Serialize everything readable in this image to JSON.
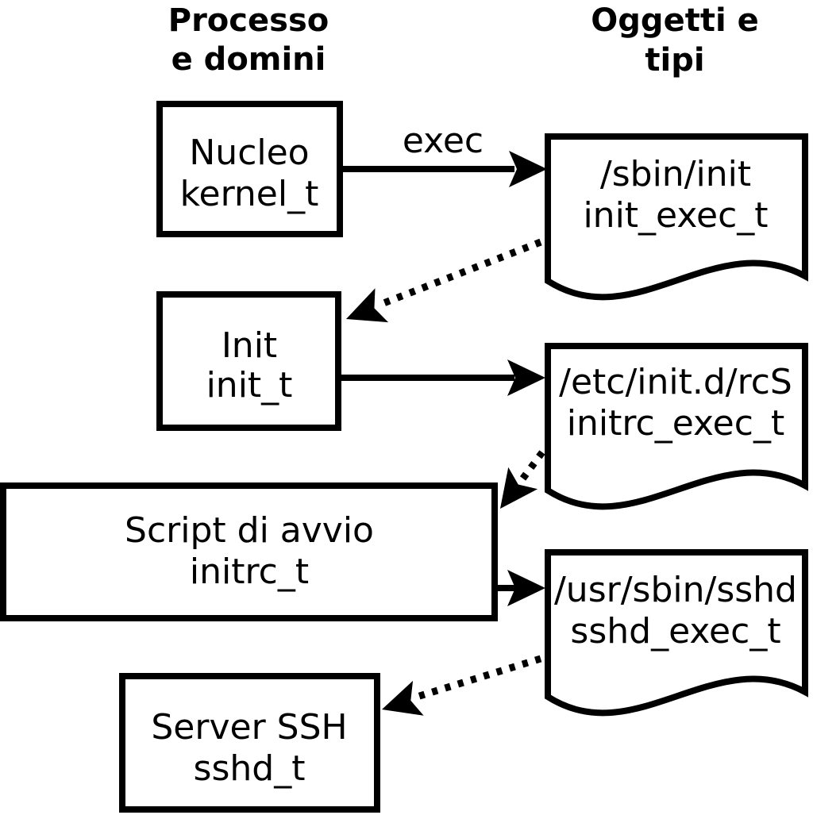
{
  "headers": {
    "processes": {
      "line1": "Processo",
      "line2": "e domini"
    },
    "objects": {
      "line1": "Oggetti e",
      "line2": "tipi"
    }
  },
  "process_nodes": [
    {
      "id": "kernel",
      "line1": "Nucleo",
      "line2": "kernel_t"
    },
    {
      "id": "init",
      "line1": "Init",
      "line2": "init_t"
    },
    {
      "id": "initrc",
      "line1": "Script di avvio",
      "line2": "initrc_t"
    },
    {
      "id": "sshd",
      "line1": "Server SSH",
      "line2": "sshd_t"
    }
  ],
  "object_nodes": [
    {
      "id": "init_exec",
      "line1": "/sbin/init",
      "line2": "init_exec_t"
    },
    {
      "id": "initrc_exec",
      "line1": "/etc/init.d/rcS",
      "line2": "initrc_exec_t"
    },
    {
      "id": "sshd_exec",
      "line1": "/usr/sbin/sshd",
      "line2": "sshd_exec_t"
    }
  ],
  "edges": [
    {
      "from": "kernel_t",
      "to": "init_exec_t",
      "style": "solid",
      "label": "exec"
    },
    {
      "from": "init_exec_t",
      "to": "init_t",
      "style": "dotted",
      "label": ""
    },
    {
      "from": "init_t",
      "to": "initrc_exec_t",
      "style": "solid",
      "label": ""
    },
    {
      "from": "initrc_exec_t",
      "to": "initrc_t",
      "style": "dotted",
      "label": ""
    },
    {
      "from": "initrc_t",
      "to": "sshd_exec_t",
      "style": "solid",
      "label": ""
    },
    {
      "from": "sshd_exec_t",
      "to": "sshd_t",
      "style": "dotted",
      "label": ""
    }
  ],
  "colors": {
    "ink": "#000000",
    "paper": "#ffffff"
  }
}
